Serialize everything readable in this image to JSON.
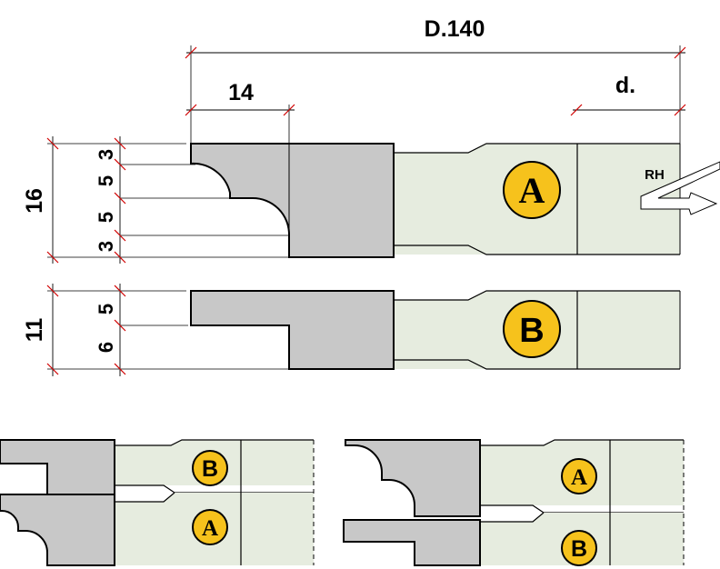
{
  "dimensions": {
    "overall_diameter": "D.140",
    "profile_depth": "14",
    "bore": "d.",
    "height_a": "16",
    "height_b": "11",
    "a_steps": [
      "3",
      "5",
      "5",
      "3"
    ],
    "b_steps": [
      "5",
      "6"
    ]
  },
  "rotation_label": "RH",
  "cutters": {
    "a_label": "A",
    "b_label": "B"
  },
  "colors": {
    "profile_fill": "#c8c8c8",
    "body_fill": "#e6ecdf",
    "badge_fill": "#f6c21c",
    "dim_line": "#c00000"
  }
}
